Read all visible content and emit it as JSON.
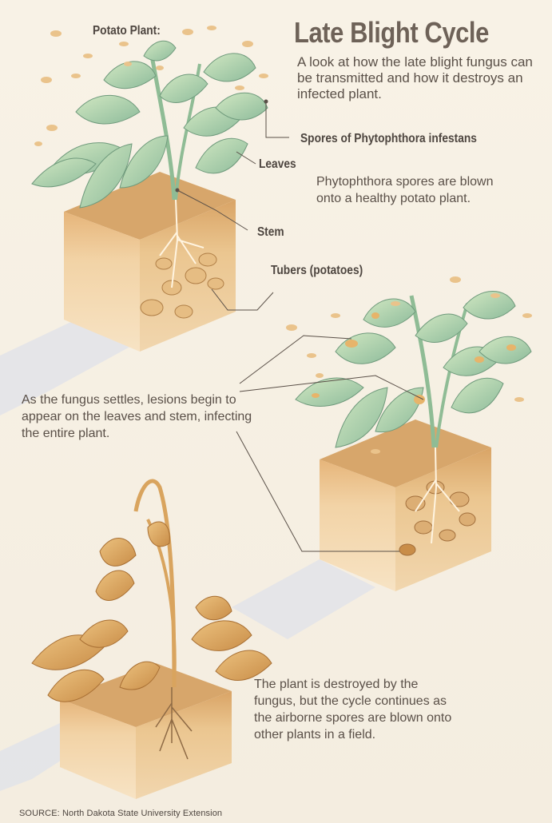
{
  "title": "Late Blight Cycle",
  "subtitle": "A look at how the late blight fungus can be transmitted and how it destroys an infected plant.",
  "labels": {
    "potato_plant": "Potato Plant:",
    "spores": "Spores of Phytophthora infestans",
    "leaves": "Leaves",
    "stem": "Stem",
    "tubers": "Tubers (potatoes)"
  },
  "steps": [
    {
      "text": "Phytophthora spores are blown onto a healthy potato plant."
    },
    {
      "text": "As the fungus settles, lesions begin to appear on the leaves and stem, infecting the entire plant."
    },
    {
      "text": "The plant is destroyed by the fungus, but the cycle continues as the airborne spores are blown onto other plants in a field."
    }
  ],
  "source": "SOURCE: North Dakota State University Extension",
  "colors": {
    "background": "#f6f0e3",
    "soil_top": "#d7a66b",
    "soil_side": "#f3d6ac",
    "leaf_healthy": "#b7d6a6",
    "leaf_dark": "#7fa88a",
    "leaf_dead": "#d9a45e",
    "spore": "#e9c48c",
    "shadow": "#d6dbe6"
  }
}
